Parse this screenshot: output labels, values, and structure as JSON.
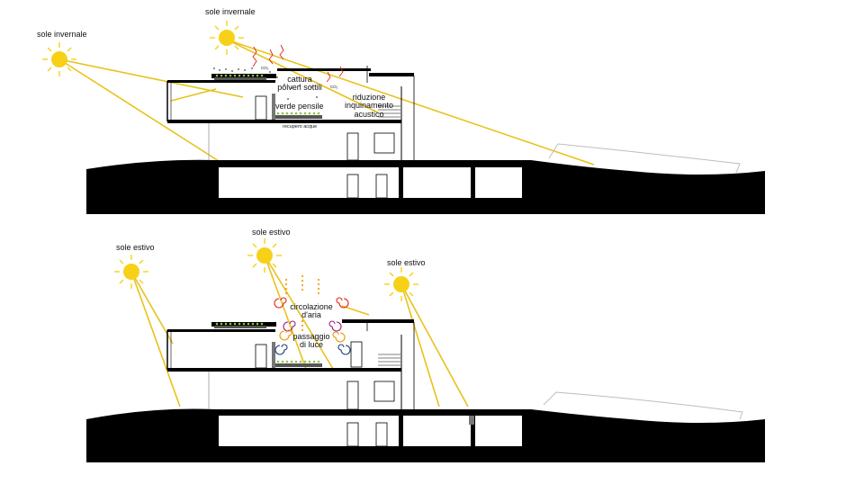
{
  "winter_section": {
    "sun_left_label": "sole invernale",
    "sun_top_label": "sole invernale",
    "label_cattura": "cattura polveri sottili",
    "label_riduzione": "riduzione inquinamento acustico",
    "label_verde": "verde pensile",
    "label_recupero": "recupero acque",
    "label_co2_a": "CO₂",
    "label_co2_b": "CO₂"
  },
  "summer_section": {
    "sun_left_label": "sole estivo",
    "sun_middle_label": "sole estivo",
    "sun_right_label": "sole estivo",
    "label_circolazione": "circolazione d'aria",
    "label_passaggio": "passaggio di luce"
  },
  "colors": {
    "sun": "#f7d117",
    "sun_ray_line": "#e8c21b",
    "ground": "#000000",
    "green_roof_dots": "#8cc63f",
    "noise_red": "#e2231a",
    "spiral_red": "#e2231a",
    "spiral_orange": "#f39200",
    "spiral_purple": "#9b1c7e",
    "spiral_navy": "#1d3c78",
    "dots_orange": "#f39200"
  }
}
